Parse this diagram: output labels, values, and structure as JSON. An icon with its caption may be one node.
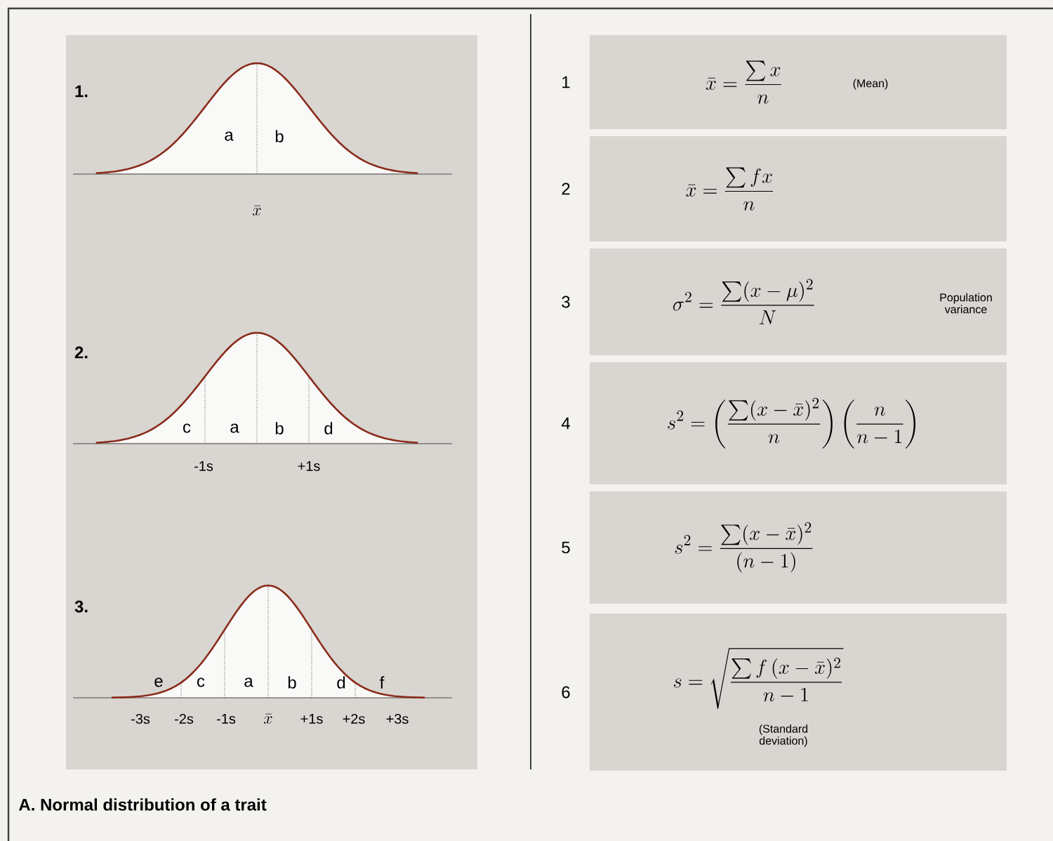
{
  "diagram": {
    "caption": "A. Normal distribution of a trait",
    "nodes": [
      {
        "text": [
          "\\bar{x} = \\frac{\\sum x}{n}",
          "(Mean)"
        ],
        "beside": [
          "1"
        ]
      },
      {
        "text": [
          "\\bar{x} = \\frac{\\sum fx}{n}"
        ],
        "beside": [
          "2"
        ]
      },
      {
        "text": [
          "\\sigma^2 = \\frac{\\sum (x-\\mu)^2}{N}",
          "Population variance"
        ],
        "beside": [
          "3"
        ]
      },
      {
        "text": [
          "s^2 = \\left(\\frac{\\sum (x-\\bar{x})^2}{n}\\right)\\left(\\frac{n}{n-1}\\right)"
        ],
        "beside": [
          "4"
        ]
      },
      {
        "text": [
          "s^2 = \\frac{\\sum (x-\\bar{x})^2}{(n-1)}"
        ],
        "beside": [
          "5"
        ]
      },
      {
        "text": [
          "s = \\sqrt{\\frac{\\sum f\\,(x-\\bar{x})^2}{n-1}}",
          "(Standard deviation)"
        ],
        "beside": [
          "6"
        ]
      }
    ],
    "labels": [
      "1.",
      "a",
      "b",
      "\\bar{x}",
      "2.",
      "c",
      "a",
      "b",
      "d",
      "-1s",
      "+1s",
      "3.",
      "e",
      "c",
      "a",
      "b",
      "d",
      "f",
      "-3s",
      "-2s",
      "-1s",
      "\\bar{x}",
      "+1s",
      "+2s",
      "+3s"
    ]
  }
}
